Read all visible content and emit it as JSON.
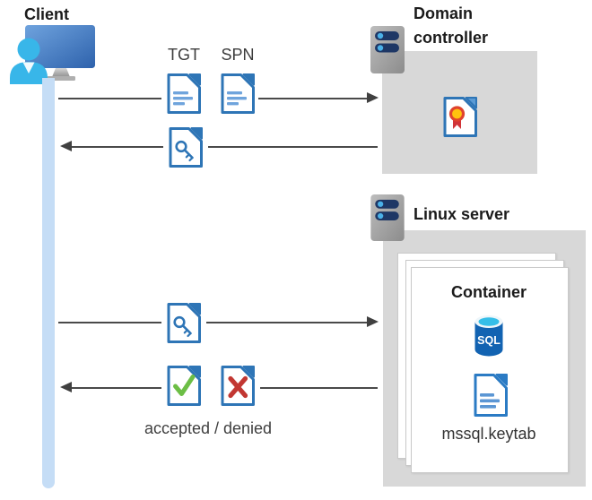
{
  "client": {
    "label": "Client"
  },
  "flows": {
    "tgt_label": "TGT",
    "spn_label": "SPN",
    "result_label": "accepted / denied"
  },
  "domain_controller": {
    "title": "Domain controller"
  },
  "linux_server": {
    "title": "Linux server"
  },
  "container": {
    "title": "Container",
    "sql_badge": "SQL",
    "keytab_label": "mssql.keytab"
  },
  "colors": {
    "doc_border_blue": "#2e75b6",
    "doc_line_blue": "#6fa4dc",
    "person_cyan": "#38b6e9",
    "monitor_blue": "#3a6fb8",
    "lifeline_blue": "#c5ddf6",
    "box_gray": "#d8d8d8",
    "arrow_gray": "#4a4a4a",
    "accepted_green": "#6cbe45",
    "denied_red": "#c23732",
    "certificate_yellow": "#ffc20e",
    "certificate_red": "#e0432d",
    "sql_blue": "#1263b2",
    "server_bar_navy": "#1e3765"
  }
}
